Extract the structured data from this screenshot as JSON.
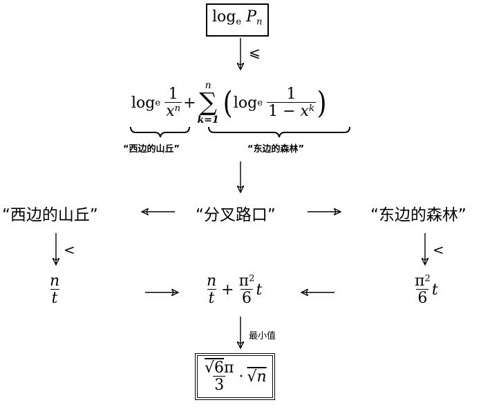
{
  "top_box": {
    "log": "log",
    "base": "e",
    "var": "P",
    "sub": "n"
  },
  "arrow_le_label": "⩽",
  "sum_line": {
    "log": "log",
    "base": "e",
    "one": "1",
    "x": "x",
    "n": "n",
    "plus": "+",
    "sigma": "∑",
    "upper": "n",
    "lower": "k=1",
    "lparen": "(",
    "rparen": ")",
    "one_minus": "1 −",
    "k": "k"
  },
  "brace_labels": {
    "left": "“西边的山丘”",
    "right": "“东边的森林”"
  },
  "middle_row": {
    "left": "“西边的山丘”",
    "center": "“分叉路口”",
    "right": "“东边的森林”"
  },
  "side_arrow_labels": {
    "left": "<",
    "right": "<"
  },
  "bottom_row": {
    "n": "n",
    "t": "t",
    "plus": "+",
    "pi": "π",
    "two": "2",
    "six": "6"
  },
  "min_label": "最小值",
  "final_box": {
    "sqrt6": "√6",
    "pi": "π",
    "three": "3",
    "dot": "·",
    "sqrtn": "√n"
  }
}
